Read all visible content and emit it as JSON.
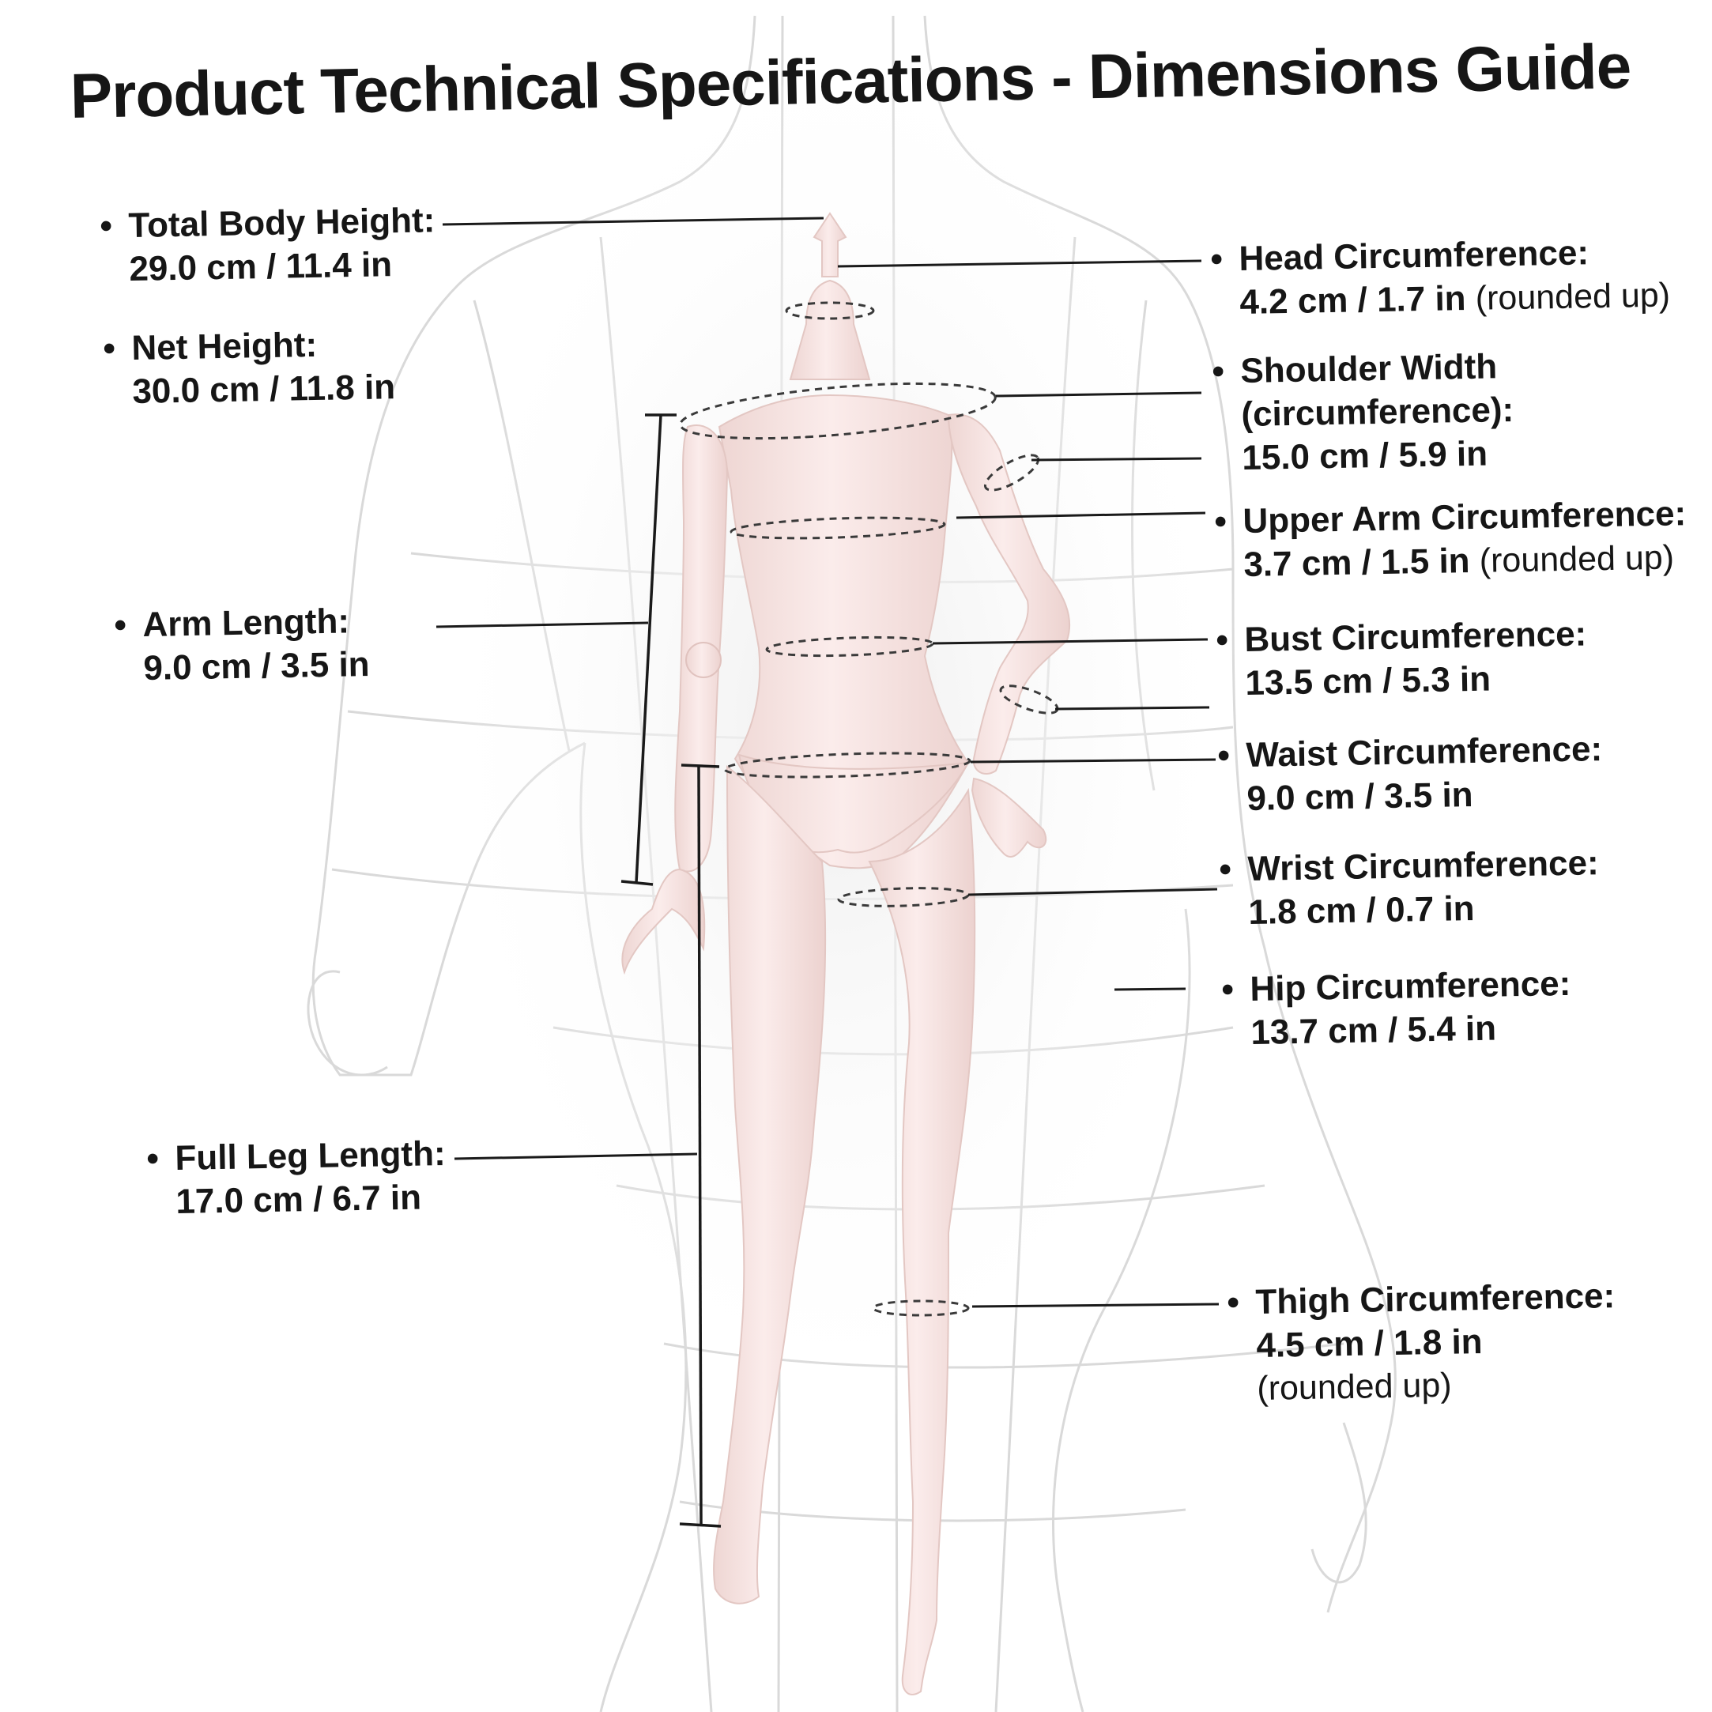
{
  "title": "Product Technical Specifications - Dimensions Guide",
  "colors": {
    "skin": "#f8e6e4",
    "skin_shadow": "#e9cfcc",
    "wireframe": "#d6d6d6",
    "text": "#161616",
    "leader_line": "#1a1a1a"
  },
  "specs_left": [
    {
      "label": "Total Body Height:",
      "value": "29.0 cm / 11.4 in"
    },
    {
      "label": "Net Height:",
      "value": "30.0 cm / 11.8 in"
    },
    {
      "label": "Arm Length:",
      "value": "9.0 cm / 3.5 in"
    },
    {
      "label": "Full Leg Length:",
      "value": "17.0 cm / 6.7 in"
    }
  ],
  "specs_right": [
    {
      "label": "Head Circumference:",
      "value": "4.2 cm / 1.7 in",
      "note": "(rounded up)"
    },
    {
      "label": "Shoulder Width",
      "label2": "(circumference):",
      "value": "15.0 cm / 5.9 in"
    },
    {
      "label": "Upper Arm Circumference:",
      "value": "3.7 cm / 1.5 in",
      "note": "(rounded up)"
    },
    {
      "label": "Bust Circumference:",
      "value": "13.5 cm / 5.3 in"
    },
    {
      "label": "Waist Circumference:",
      "value": "9.0 cm / 3.5 in"
    },
    {
      "label": "Wrist Circumference:",
      "value": "1.8 cm / 0.7 in"
    },
    {
      "label": "Hip Circumference:",
      "value": "13.7 cm / 5.4 in"
    },
    {
      "label": "Thigh Circumference:",
      "value": "4.5 cm / 1.8 in",
      "note": "(rounded up)"
    }
  ]
}
